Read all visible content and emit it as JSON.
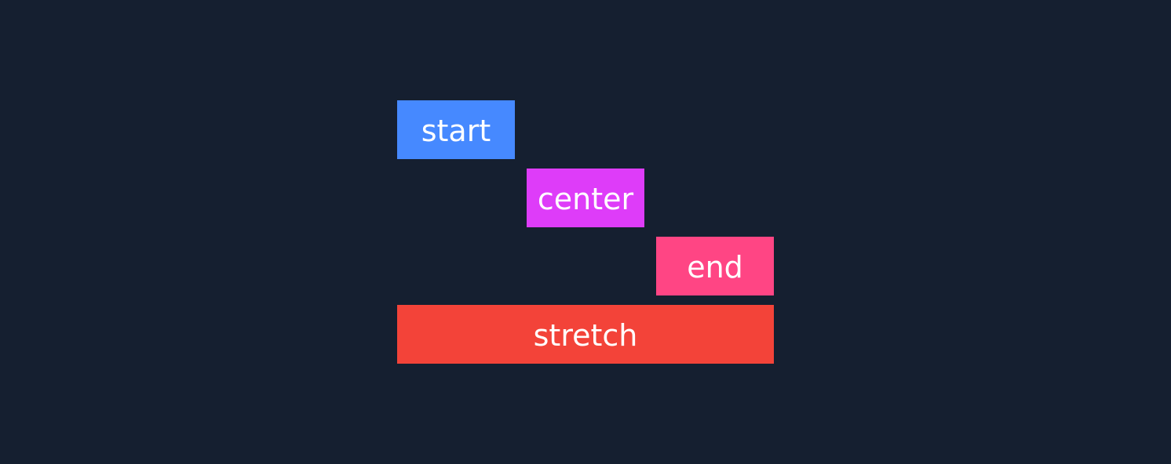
{
  "colors": {
    "background": "#151f30",
    "text": "#ffffff"
  },
  "items": [
    {
      "label": "start",
      "align": "start",
      "color": "#4689ff"
    },
    {
      "label": "center",
      "align": "center",
      "color": "#de3cf9"
    },
    {
      "label": "end",
      "align": "end",
      "color": "#ff4584"
    },
    {
      "label": "stretch",
      "align": "stretch",
      "color": "#f34339"
    }
  ]
}
